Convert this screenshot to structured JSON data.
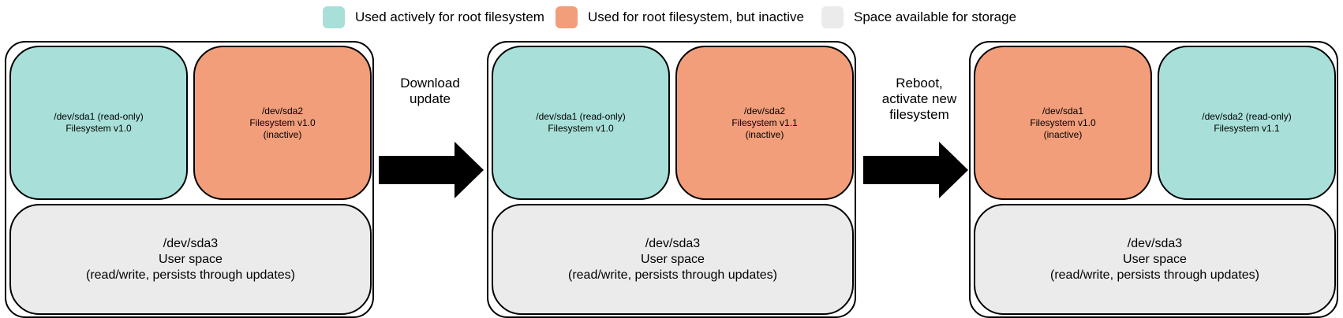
{
  "legend": {
    "items": [
      {
        "label": "Used actively for root filesystem",
        "color": "#a8e0d9"
      },
      {
        "label": "Used for root filesystem, but inactive",
        "color": "#f29e7b"
      },
      {
        "label": "Space available for storage",
        "color": "#ebebeb"
      }
    ]
  },
  "stages": [
    {
      "partitions": [
        {
          "lines": [
            "/dev/sda1 (read-only)",
            "Filesystem v1.0"
          ],
          "state": "active"
        },
        {
          "lines": [
            "/dev/sda2",
            "Filesystem v1.0",
            "(inactive)"
          ],
          "state": "inactive"
        },
        {
          "lines": [
            "/dev/sda3",
            "User space",
            "(read/write, persists through updates)"
          ],
          "state": "storage"
        }
      ]
    },
    {
      "partitions": [
        {
          "lines": [
            "/dev/sda1 (read-only)",
            "Filesystem v1.0"
          ],
          "state": "active"
        },
        {
          "lines": [
            "/dev/sda2",
            "Filesystem v1.1",
            "(inactive)"
          ],
          "state": "inactive"
        },
        {
          "lines": [
            "/dev/sda3",
            "User space",
            "(read/write, persists through updates)"
          ],
          "state": "storage"
        }
      ]
    },
    {
      "partitions": [
        {
          "lines": [
            "/dev/sda1",
            "Filesystem v1.0",
            "(inactive)"
          ],
          "state": "inactive"
        },
        {
          "lines": [
            "/dev/sda2 (read-only)",
            "Filesystem v1.1"
          ],
          "state": "active"
        },
        {
          "lines": [
            "/dev/sda3",
            "User space",
            "(read/write, persists through updates)"
          ],
          "state": "storage"
        }
      ]
    }
  ],
  "transitions": [
    {
      "lines": [
        "Download",
        "update"
      ]
    },
    {
      "lines": [
        "Reboot,",
        "activate new",
        "filesystem"
      ]
    }
  ]
}
